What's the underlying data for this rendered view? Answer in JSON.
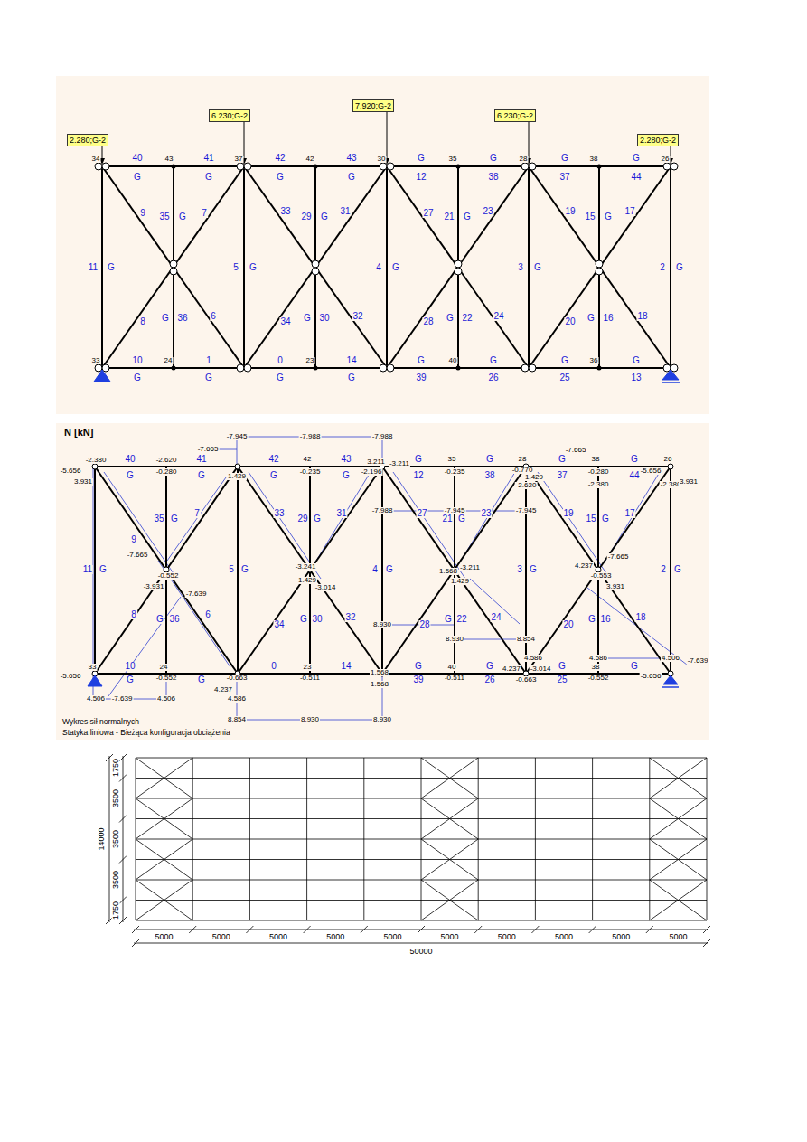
{
  "diagram": {
    "nodes": [
      {
        "text": [
          "2.280;G-2"
        ]
      },
      {
        "text": [
          "6.230;G-2"
        ]
      },
      {
        "text": [
          "7.920;G-2"
        ]
      },
      {
        "text": [
          "6.230;G-2"
        ]
      },
      {
        "text": [
          "2.280;G-2"
        ]
      }
    ],
    "labels": [
      "40",
      "G",
      "41",
      "G",
      "42",
      "G",
      "43",
      "G",
      "G",
      "12",
      "G",
      "38",
      "G",
      "37",
      "G",
      "44",
      "34",
      "43",
      "37",
      "42",
      "30",
      "35",
      "28",
      "38",
      "26",
      "10",
      "G",
      "1",
      "G",
      "0",
      "G",
      "14",
      "G",
      "G",
      "39",
      "G",
      "26",
      "G",
      "25",
      "G",
      "13",
      "33",
      "24",
      "23",
      "40",
      "36",
      "11",
      "G",
      "35",
      "G",
      "G",
      "36",
      "5",
      "G",
      "29",
      "G",
      "G",
      "30",
      "4",
      "G",
      "21",
      "G",
      "G",
      "22",
      "3",
      "G",
      "15",
      "G",
      "G",
      "16",
      "2",
      "G",
      "9",
      "7",
      "8",
      "6",
      "33",
      "31",
      "34",
      "32",
      "27",
      "23",
      "28",
      "24",
      "19",
      "17",
      "20",
      "18",
      "N [kN]",
      "40",
      "G",
      "41",
      "G",
      "42",
      "G",
      "43",
      "G",
      "G",
      "12",
      "G",
      "38",
      "G",
      "37",
      "G",
      "44",
      "42",
      "35",
      "28",
      "38",
      "26",
      "10",
      "G",
      "G",
      "0",
      "14",
      "G",
      "39",
      "G",
      "26",
      "G",
      "25",
      "G",
      "33",
      "24",
      "23",
      "40",
      "38",
      "11",
      "G",
      "35",
      "G",
      "G",
      "36",
      "5",
      "G",
      "29",
      "G",
      "G",
      "30",
      "4",
      "G",
      "21",
      "G",
      "G",
      "22",
      "3",
      "G",
      "15",
      "G",
      "G",
      "16",
      "2",
      "G",
      "9",
      "7",
      "8",
      "6",
      "33",
      "31",
      "34",
      "32",
      "27",
      "23",
      "28",
      "24",
      "19",
      "17",
      "20",
      "18",
      "-5.656",
      "-2.380",
      "3.931",
      "-2.620",
      "-0.280",
      "-7.665",
      "-7.945",
      "1.429",
      "-7.988",
      "-0.235",
      "-7.988",
      "-2.196",
      "3.211",
      "-3.211",
      "-0.235",
      "-7.665",
      "-0.770",
      "1.429",
      "-2.620",
      "-0.280",
      "-2.380",
      "-5.656",
      "-2.380",
      "3.931",
      "-7.665",
      "-3.931",
      "-0.552",
      "-7.639",
      "-3.241",
      "1.429",
      "-3.014",
      "-7.988",
      "-7.945",
      "-7.945",
      "1.568",
      "-3.211",
      "1.429",
      "4.237",
      "-7.665",
      "-0.553",
      "3.931",
      "8.930",
      "8.930",
      "8.854",
      "4.586",
      "4.237",
      "-3.014",
      "4.586",
      "4.506",
      "-7.639",
      "-5.656",
      "-0.552",
      "-0.663",
      "-0.511",
      "1.568",
      "1.568",
      "-0.511",
      "-0.663",
      "-0.552",
      "-5.656",
      "4.506",
      "-7.639",
      "4.506",
      "4.237",
      "4.586",
      "8.854",
      "8.930",
      "8.930",
      "Wykres sił normalnych",
      "Statyka liniowa - Bieżąca konfiguracja obciążenia",
      "1750",
      "3500",
      "3500",
      "3500",
      "1750",
      "14000",
      "5000",
      "5000",
      "5000",
      "5000",
      "5000",
      "5000",
      "5000",
      "5000",
      "5000",
      "5000",
      "50000"
    ]
  }
}
